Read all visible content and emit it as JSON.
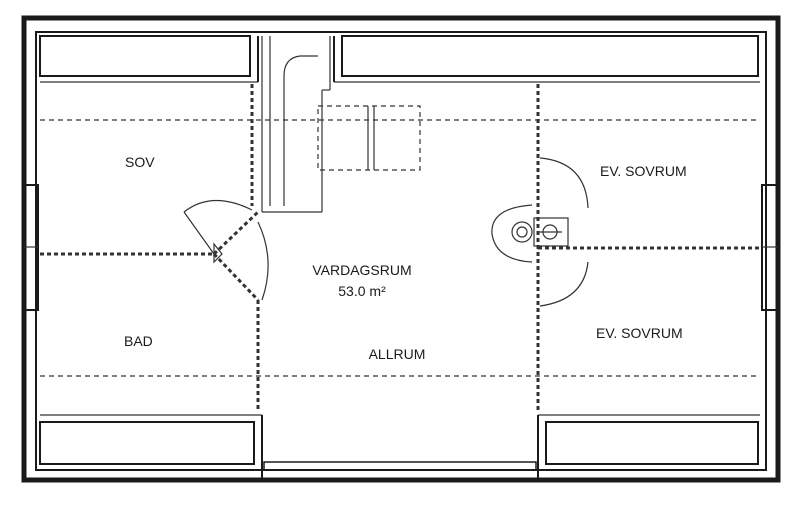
{
  "rooms": {
    "sov": "SOV",
    "bad": "BAD",
    "ev_sovrum_top": "EV. SOVRUM",
    "ev_sovrum_bottom": "EV. SOVRUM",
    "vardagsrum": "VARDAGSRUM",
    "vardagsrum_area": "53.0 m²",
    "allrum": "ALLRUM"
  }
}
